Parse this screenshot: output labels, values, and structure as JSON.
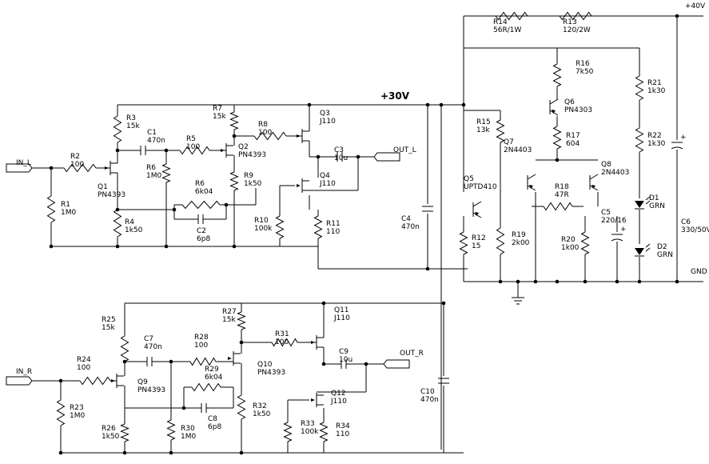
{
  "rails": {
    "plus40": "+40V",
    "plus30": "+30V",
    "gnd": "GND"
  },
  "ports": {
    "in_l": "IN_L",
    "out_l": "OUT_L",
    "in_r": "IN_R",
    "out_r": "OUT_R"
  },
  "labels": {
    "R1": [
      "R1",
      "1M0"
    ],
    "R2": [
      "R2",
      "100"
    ],
    "R3": [
      "R3",
      "15k"
    ],
    "R4": [
      "R4",
      "1k50"
    ],
    "R5": [
      "R5",
      "100"
    ],
    "R6a": [
      "R6",
      "1M0"
    ],
    "R6b": [
      "R6",
      "6k04"
    ],
    "R7": [
      "R7",
      "15k"
    ],
    "R8": [
      "R8",
      "100"
    ],
    "R9": [
      "R9",
      "1k50"
    ],
    "R10": [
      "R10",
      "100k"
    ],
    "R11": [
      "R11",
      "110"
    ],
    "R12": [
      "R12",
      "15"
    ],
    "R13": [
      "R13",
      "120/2W"
    ],
    "R14": [
      "R14",
      "56R/1W"
    ],
    "R15": [
      "R15",
      "13k"
    ],
    "R16": [
      "R16",
      "7k50"
    ],
    "R17": [
      "R17",
      "604"
    ],
    "R18": [
      "R18",
      "47R"
    ],
    "R19": [
      "R19",
      "2k00"
    ],
    "R20": [
      "R20",
      "1k00"
    ],
    "R21": [
      "R21",
      "1k30"
    ],
    "R22": [
      "R22",
      "1k30"
    ],
    "R23": [
      "R23",
      "1M0"
    ],
    "R24": [
      "R24",
      "100"
    ],
    "R25": [
      "R25",
      "15k"
    ],
    "R26": [
      "R26",
      "1k50"
    ],
    "R27": [
      "R27",
      "15k"
    ],
    "R28": [
      "R28",
      "100"
    ],
    "R29": [
      "R29",
      "6k04"
    ],
    "R30": [
      "R30",
      "1M0"
    ],
    "R31": [
      "R31",
      "100"
    ],
    "R32": [
      "R32",
      "1k50"
    ],
    "R33": [
      "R33",
      "100k"
    ],
    "R34": [
      "R34",
      "110"
    ],
    "C1": [
      "C1",
      "470n"
    ],
    "C2": [
      "C2",
      "6p8"
    ],
    "C3": [
      "C3",
      "10u"
    ],
    "C4": [
      "C4",
      "470n"
    ],
    "C5": [
      "C5",
      "220/16"
    ],
    "C6": [
      "C6",
      "330/50V"
    ],
    "C7": [
      "C7",
      "470n"
    ],
    "C8": [
      "C8",
      "6p8"
    ],
    "C9": [
      "C9",
      "10u"
    ],
    "C10": [
      "C10",
      "470n"
    ],
    "Q1": [
      "Q1",
      "PN4393"
    ],
    "Q2": [
      "Q2",
      "PN4393"
    ],
    "Q3": [
      "Q3",
      "J110"
    ],
    "Q4": [
      "Q4",
      "J110"
    ],
    "Q5": [
      "Q5",
      "UPTD410"
    ],
    "Q6": [
      "Q6",
      "PN4303"
    ],
    "Q7": [
      "Q7",
      "2N4403"
    ],
    "Q8": [
      "Q8",
      "2N4403"
    ],
    "Q9": [
      "Q9",
      "PN4393"
    ],
    "Q10": [
      "Q10",
      "PN4393"
    ],
    "Q11": [
      "Q11",
      "J110"
    ],
    "Q12": [
      "Q12",
      "J110"
    ],
    "D1": [
      "D1",
      "GRN"
    ],
    "D2": [
      "D2",
      "GRN"
    ]
  }
}
